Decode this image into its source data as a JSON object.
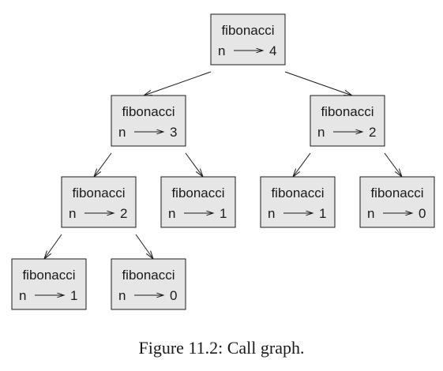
{
  "nodes": [
    {
      "id": "n0",
      "title": "fibonacci",
      "var": "n",
      "value": "4"
    },
    {
      "id": "n1",
      "title": "fibonacci",
      "var": "n",
      "value": "3"
    },
    {
      "id": "n2",
      "title": "fibonacci",
      "var": "n",
      "value": "2"
    },
    {
      "id": "n3",
      "title": "fibonacci",
      "var": "n",
      "value": "2"
    },
    {
      "id": "n4",
      "title": "fibonacci",
      "var": "n",
      "value": "1"
    },
    {
      "id": "n5",
      "title": "fibonacci",
      "var": "n",
      "value": "1"
    },
    {
      "id": "n6",
      "title": "fibonacci",
      "var": "n",
      "value": "0"
    },
    {
      "id": "n7",
      "title": "fibonacci",
      "var": "n",
      "value": "1"
    },
    {
      "id": "n8",
      "title": "fibonacci",
      "var": "n",
      "value": "0"
    }
  ],
  "edges": [
    {
      "from": "n0",
      "to": "n1"
    },
    {
      "from": "n0",
      "to": "n2"
    },
    {
      "from": "n1",
      "to": "n3"
    },
    {
      "from": "n1",
      "to": "n4"
    },
    {
      "from": "n2",
      "to": "n5"
    },
    {
      "from": "n2",
      "to": "n6"
    },
    {
      "from": "n3",
      "to": "n7"
    },
    {
      "from": "n3",
      "to": "n8"
    }
  ],
  "caption": "Figure 11.2: Call graph."
}
